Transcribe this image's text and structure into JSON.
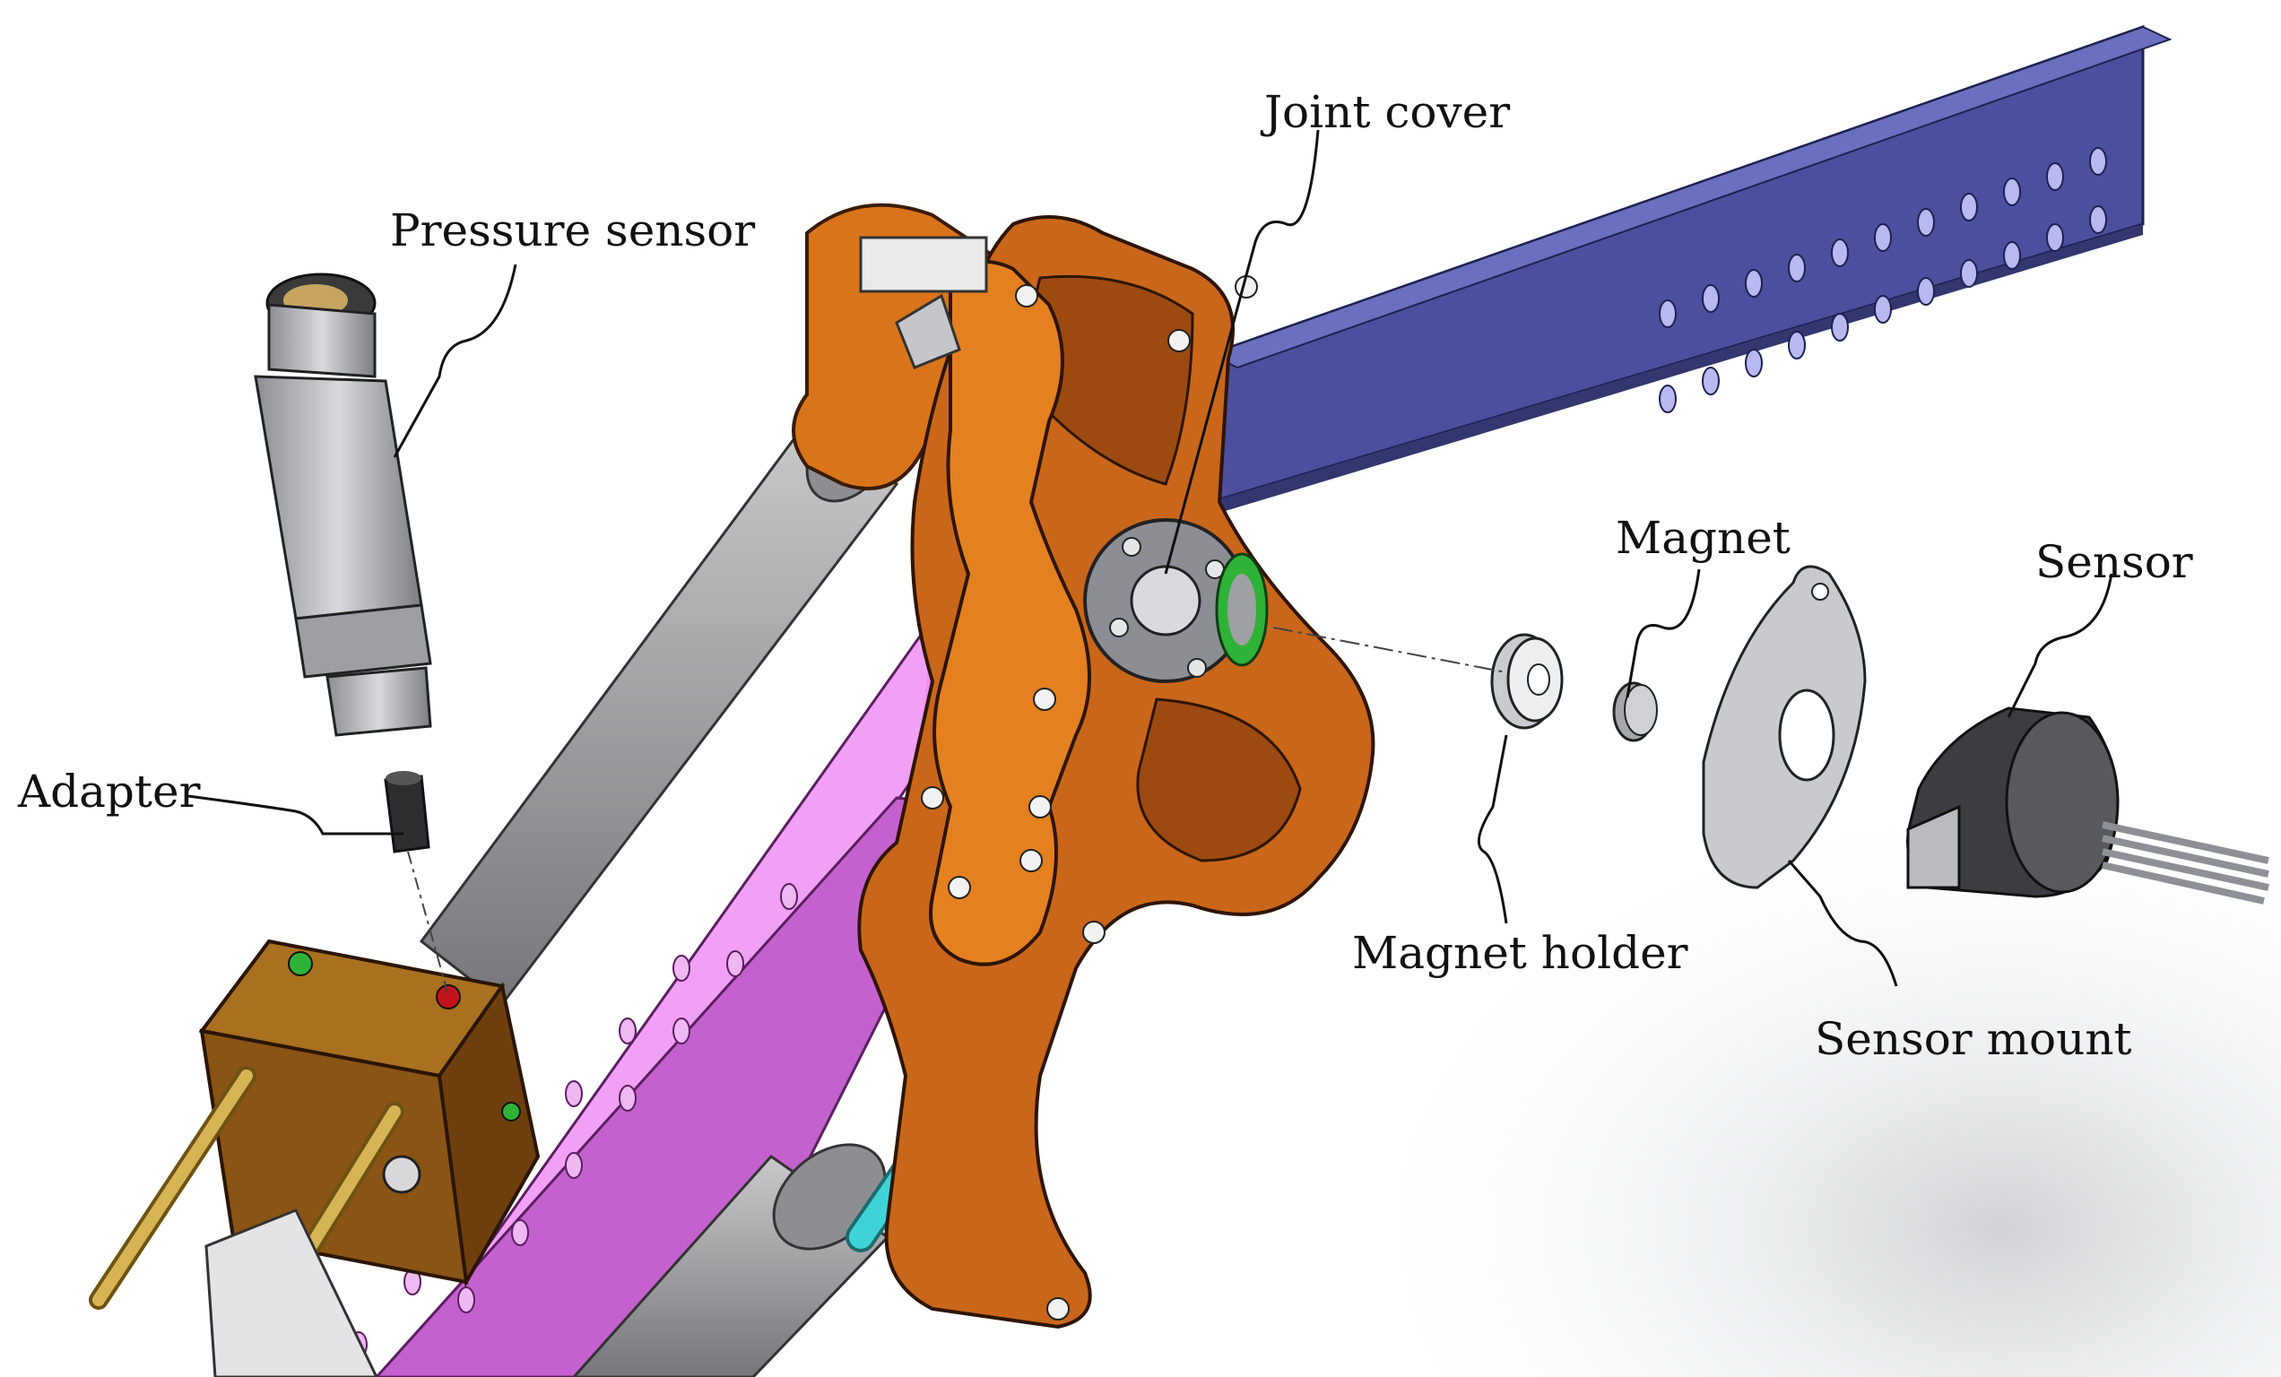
{
  "labels": {
    "joint_cover": "Joint cover",
    "pressure_sensor": "Pressure sensor",
    "magnet": "Magnet",
    "sensor": "Sensor",
    "adapter": "Adapter",
    "magnet_holder": "Magnet holder",
    "sensor_mount": "Sensor mount"
  },
  "colors": {
    "link_blue": "#4a4d9c",
    "link_magenta": "#c565cf",
    "joint_orange": "#d9741a",
    "cylinder_grey": "#9a9a9c",
    "hose_cyan": "#3fd3d8",
    "manifold_brown": "#7a4a12",
    "fitting_brass": "#c9a545",
    "metal_grey": "#b9bcc1",
    "sensor_dark": "#4a4a4e"
  },
  "icons": [
    "pressure-sensor-icon",
    "adapter-icon",
    "magnet-holder-icon",
    "magnet-icon",
    "sensor-mount-icon",
    "sensor-icon"
  ]
}
